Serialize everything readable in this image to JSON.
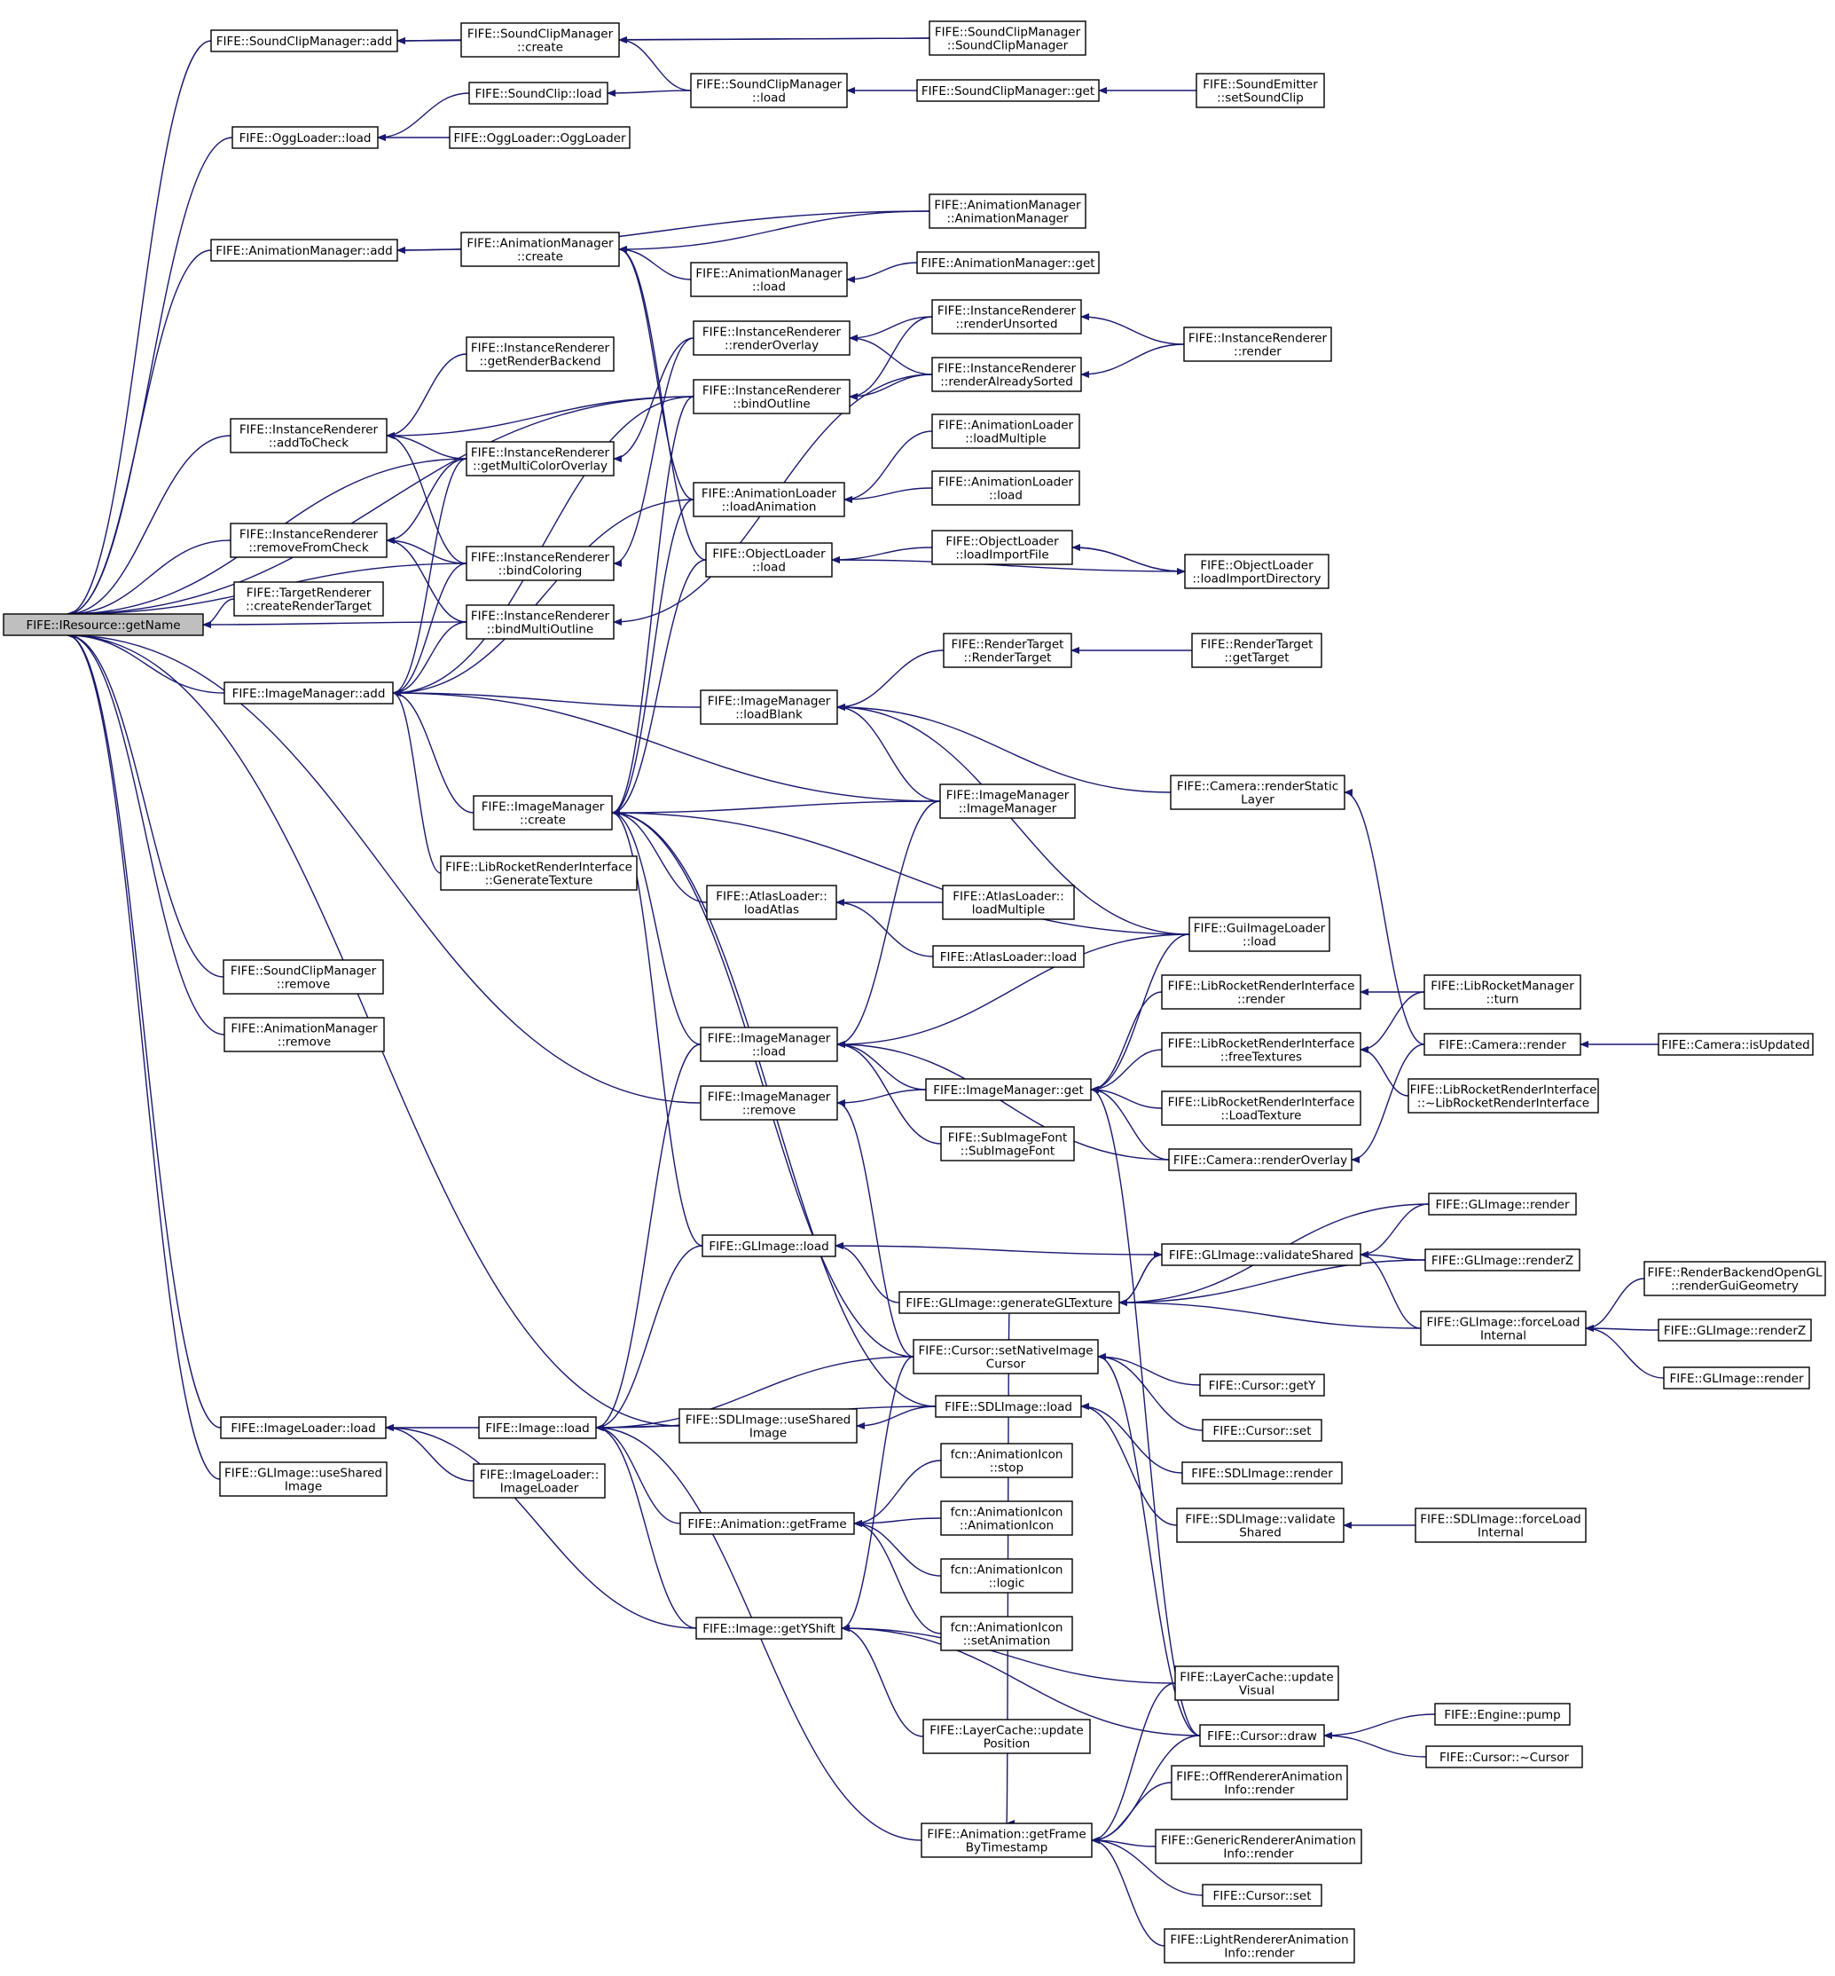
{
  "diagram": {
    "root": "n0",
    "nodes": [
      {
        "id": "n0",
        "lines": [
          "FIFE::IResource::getName"
        ],
        "root": true
      },
      {
        "id": "sc_add",
        "lines": [
          "FIFE::SoundClipManager::add"
        ]
      },
      {
        "id": "sc_create",
        "lines": [
          "FIFE::SoundClipManager",
          "::create"
        ]
      },
      {
        "id": "sc_ctor",
        "lines": [
          "FIFE::SoundClipManager",
          "::SoundClipManager"
        ]
      },
      {
        "id": "sc_load",
        "lines": [
          "FIFE::SoundClipManager",
          "::load"
        ]
      },
      {
        "id": "sclip_load",
        "lines": [
          "FIFE::SoundClip::load"
        ]
      },
      {
        "id": "sc_get",
        "lines": [
          "FIFE::SoundClipManager::get"
        ]
      },
      {
        "id": "se_set",
        "lines": [
          "FIFE::SoundEmitter",
          "::setSoundClip"
        ]
      },
      {
        "id": "ogg_load",
        "lines": [
          "FIFE::OggLoader::load"
        ]
      },
      {
        "id": "ogg_ctor",
        "lines": [
          "FIFE::OggLoader::OggLoader"
        ]
      },
      {
        "id": "am_add",
        "lines": [
          "FIFE::AnimationManager::add"
        ]
      },
      {
        "id": "am_create",
        "lines": [
          "FIFE::AnimationManager",
          "::create"
        ]
      },
      {
        "id": "am_ctor",
        "lines": [
          "FIFE::AnimationManager",
          "::AnimationManager"
        ]
      },
      {
        "id": "am_load",
        "lines": [
          "FIFE::AnimationManager",
          "::load"
        ]
      },
      {
        "id": "am_get",
        "lines": [
          "FIFE::AnimationManager::get"
        ]
      },
      {
        "id": "ir_grb",
        "lines": [
          "FIFE::InstanceRenderer",
          "::getRenderBackend"
        ]
      },
      {
        "id": "ir_ro",
        "lines": [
          "FIFE::InstanceRenderer",
          "::renderOverlay"
        ]
      },
      {
        "id": "ir_ru",
        "lines": [
          "FIFE::InstanceRenderer",
          "::renderUnsorted"
        ]
      },
      {
        "id": "ir_render",
        "lines": [
          "FIFE::InstanceRenderer",
          "::render"
        ]
      },
      {
        "id": "ir_bo",
        "lines": [
          "FIFE::InstanceRenderer",
          "::bindOutline"
        ]
      },
      {
        "id": "ir_ras",
        "lines": [
          "FIFE::InstanceRenderer",
          "::renderAlreadySorted"
        ]
      },
      {
        "id": "ir_atc",
        "lines": [
          "FIFE::InstanceRenderer",
          "::addToCheck"
        ]
      },
      {
        "id": "ir_gmco",
        "lines": [
          "FIFE::InstanceRenderer",
          "::getMultiColorOverlay"
        ]
      },
      {
        "id": "al_lm",
        "lines": [
          "FIFE::AnimationLoader",
          "::loadMultiple"
        ]
      },
      {
        "id": "al_la",
        "lines": [
          "FIFE::AnimationLoader",
          "::loadAnimation"
        ]
      },
      {
        "id": "al_load",
        "lines": [
          "FIFE::AnimationLoader",
          "::load"
        ]
      },
      {
        "id": "ir_rfc",
        "lines": [
          "FIFE::InstanceRenderer",
          "::removeFromCheck"
        ]
      },
      {
        "id": "ir_bc",
        "lines": [
          "FIFE::InstanceRenderer",
          "::bindColoring"
        ]
      },
      {
        "id": "ol_load",
        "lines": [
          "FIFE::ObjectLoader",
          "::load"
        ]
      },
      {
        "id": "ol_lif",
        "lines": [
          "FIFE::ObjectLoader",
          "::loadImportFile"
        ]
      },
      {
        "id": "ol_lid",
        "lines": [
          "FIFE::ObjectLoader",
          "::loadImportDirectory"
        ]
      },
      {
        "id": "tr_crt",
        "lines": [
          "FIFE::TargetRenderer",
          "::createRenderTarget"
        ]
      },
      {
        "id": "ir_bmo",
        "lines": [
          "FIFE::InstanceRenderer",
          "::bindMultiOutline"
        ]
      },
      {
        "id": "rt_ctor",
        "lines": [
          "FIFE::RenderTarget",
          "::RenderTarget"
        ]
      },
      {
        "id": "rt_gt",
        "lines": [
          "FIFE::RenderTarget",
          "::getTarget"
        ]
      },
      {
        "id": "im_add",
        "lines": [
          "FIFE::ImageManager::add"
        ]
      },
      {
        "id": "im_lb",
        "lines": [
          "FIFE::ImageManager",
          "::loadBlank"
        ]
      },
      {
        "id": "cam_rsl",
        "lines": [
          "FIFE::Camera::renderStatic",
          "Layer"
        ]
      },
      {
        "id": "im_create",
        "lines": [
          "FIFE::ImageManager",
          "::create"
        ]
      },
      {
        "id": "im_ctor",
        "lines": [
          "FIFE::ImageManager",
          "::ImageManager"
        ]
      },
      {
        "id": "lr_gt",
        "lines": [
          "FIFE::LibRocketRenderInterface",
          "::GenerateTexture"
        ]
      },
      {
        "id": "atl_la",
        "lines": [
          "FIFE::AtlasLoader::",
          "loadAtlas"
        ]
      },
      {
        "id": "atl_lm",
        "lines": [
          "FIFE::AtlasLoader::",
          "loadMultiple"
        ]
      },
      {
        "id": "gil_load",
        "lines": [
          "FIFE::GuiImageLoader",
          "::load"
        ]
      },
      {
        "id": "atl_load",
        "lines": [
          "FIFE::AtlasLoader::load"
        ]
      },
      {
        "id": "scm_rm",
        "lines": [
          "FIFE::SoundClipManager",
          "::remove"
        ]
      },
      {
        "id": "lr_render",
        "lines": [
          "FIFE::LibRocketRenderInterface",
          "::render"
        ]
      },
      {
        "id": "lrm_turn",
        "lines": [
          "FIFE::LibRocketManager",
          "::turn"
        ]
      },
      {
        "id": "amm_rm",
        "lines": [
          "FIFE::AnimationManager",
          "::remove"
        ]
      },
      {
        "id": "im_load",
        "lines": [
          "FIFE::ImageManager",
          "::load"
        ]
      },
      {
        "id": "lr_ft",
        "lines": [
          "FIFE::LibRocketRenderInterface",
          "::freeTextures"
        ]
      },
      {
        "id": "cam_render",
        "lines": [
          "FIFE::Camera::render"
        ]
      },
      {
        "id": "cam_iu",
        "lines": [
          "FIFE::Camera::isUpdated"
        ]
      },
      {
        "id": "im_get",
        "lines": [
          "FIFE::ImageManager::get"
        ]
      },
      {
        "id": "lr_dtor",
        "lines": [
          "FIFE::LibRocketRenderInterface",
          "::~LibRocketRenderInterface"
        ]
      },
      {
        "id": "im_rm",
        "lines": [
          "FIFE::ImageManager",
          "::remove"
        ]
      },
      {
        "id": "lr_lt",
        "lines": [
          "FIFE::LibRocketRenderInterface",
          "::LoadTexture"
        ]
      },
      {
        "id": "sif_ctor",
        "lines": [
          "FIFE::SubImageFont",
          "::SubImageFont"
        ]
      },
      {
        "id": "cam_ro",
        "lines": [
          "FIFE::Camera::renderOverlay"
        ]
      },
      {
        "id": "gl_render",
        "lines": [
          "FIFE::GLImage::render"
        ]
      },
      {
        "id": "gl_load",
        "lines": [
          "FIFE::GLImage::load"
        ]
      },
      {
        "id": "gl_vs",
        "lines": [
          "FIFE::GLImage::validateShared"
        ]
      },
      {
        "id": "gl_rz",
        "lines": [
          "FIFE::GLImage::renderZ"
        ]
      },
      {
        "id": "rbgl_rgg",
        "lines": [
          "FIFE::RenderBackendOpenGL",
          "::renderGuiGeometry"
        ]
      },
      {
        "id": "gl_ggt",
        "lines": [
          "FIFE::GLImage::generateGLTexture"
        ]
      },
      {
        "id": "gl_fli",
        "lines": [
          "FIFE::GLImage::forceLoad",
          "Internal"
        ]
      },
      {
        "id": "gl_rz2",
        "lines": [
          "FIFE::GLImage::renderZ"
        ]
      },
      {
        "id": "cur_snic",
        "lines": [
          "FIFE::Cursor::setNativeImage",
          "Cursor"
        ]
      },
      {
        "id": "gl_render2",
        "lines": [
          "FIFE::GLImage::render"
        ]
      },
      {
        "id": "cur_gety",
        "lines": [
          "FIFE::Cursor::getY"
        ]
      },
      {
        "id": "il_load",
        "lines": [
          "FIFE::ImageLoader::load"
        ]
      },
      {
        "id": "img_load",
        "lines": [
          "FIFE::Image::load"
        ]
      },
      {
        "id": "sdl_usi",
        "lines": [
          "FIFE::SDLImage::useShared",
          "Image"
        ]
      },
      {
        "id": "sdl_load",
        "lines": [
          "FIFE::SDLImage::load"
        ]
      },
      {
        "id": "cur_set",
        "lines": [
          "FIFE::Cursor::set"
        ]
      },
      {
        "id": "gl_usi",
        "lines": [
          "FIFE::GLImage::useShared",
          "Image"
        ]
      },
      {
        "id": "il_ctor",
        "lines": [
          "FIFE::ImageLoader::",
          "ImageLoader"
        ]
      },
      {
        "id": "ai_stop",
        "lines": [
          "fcn::AnimationIcon",
          "::stop"
        ]
      },
      {
        "id": "sdl_render",
        "lines": [
          "FIFE::SDLImage::render"
        ]
      },
      {
        "id": "ani_gf",
        "lines": [
          "FIFE::Animation::getFrame"
        ]
      },
      {
        "id": "ai_ctor",
        "lines": [
          "fcn::AnimationIcon",
          "::AnimationIcon"
        ]
      },
      {
        "id": "sdl_vs",
        "lines": [
          "FIFE::SDLImage::validate",
          "Shared"
        ]
      },
      {
        "id": "sdl_fli",
        "lines": [
          "FIFE::SDLImage::forceLoad",
          "Internal"
        ]
      },
      {
        "id": "ai_logic",
        "lines": [
          "fcn::AnimationIcon",
          "::logic"
        ]
      },
      {
        "id": "img_gys",
        "lines": [
          "FIFE::Image::getYShift"
        ]
      },
      {
        "id": "ai_sa",
        "lines": [
          "fcn::AnimationIcon",
          "::setAnimation"
        ]
      },
      {
        "id": "lc_uv",
        "lines": [
          "FIFE::LayerCache::update",
          "Visual"
        ]
      },
      {
        "id": "eng_pump",
        "lines": [
          "FIFE::Engine::pump"
        ]
      },
      {
        "id": "lc_up",
        "lines": [
          "FIFE::LayerCache::update",
          "Position"
        ]
      },
      {
        "id": "cur_draw",
        "lines": [
          "FIFE::Cursor::draw"
        ]
      },
      {
        "id": "cur_dtor",
        "lines": [
          "FIFE::Cursor::~Cursor"
        ]
      },
      {
        "id": "orai_render",
        "lines": [
          "FIFE::OffRendererAnimation",
          "Info::render"
        ]
      },
      {
        "id": "ani_gfbt",
        "lines": [
          "FIFE::Animation::getFrame",
          "ByTimestamp"
        ]
      },
      {
        "id": "grai_render",
        "lines": [
          "FIFE::GenericRendererAnimation",
          "Info::render"
        ]
      },
      {
        "id": "cur_set2",
        "lines": [
          "FIFE::Cursor::set"
        ]
      },
      {
        "id": "lrai_render",
        "lines": [
          "FIFE::LightRendererAnimation",
          "Info::render"
        ]
      }
    ],
    "edges": [
      [
        "sc_add",
        "n0"
      ],
      [
        "ogg_load",
        "n0"
      ],
      [
        "am_add",
        "n0"
      ],
      [
        "ir_atc",
        "n0"
      ],
      [
        "ir_rfc",
        "n0"
      ],
      [
        "tr_crt",
        "n0"
      ],
      [
        "im_add",
        "n0"
      ],
      [
        "scm_rm",
        "n0"
      ],
      [
        "amm_rm",
        "n0"
      ],
      [
        "il_load",
        "n0"
      ],
      [
        "gl_usi",
        "n0"
      ],
      [
        "ir_bo",
        "n0"
      ],
      [
        "ir_gmco",
        "n0"
      ],
      [
        "ir_bc",
        "n0"
      ],
      [
        "ir_bmo",
        "n0"
      ],
      [
        "im_rm",
        "n0"
      ],
      [
        "sdl_usi",
        "n0"
      ],
      [
        "sc_create",
        "sc_add"
      ],
      [
        "sc_ctor",
        "sc_add"
      ],
      [
        "sc_load",
        "sc_create"
      ],
      [
        "sc_ctor",
        "sc_create"
      ],
      [
        "sc_get",
        "sc_load"
      ],
      [
        "se_set",
        "sc_get"
      ],
      [
        "sc_load",
        "sclip_load"
      ],
      [
        "sclip_load",
        "ogg_load"
      ],
      [
        "ogg_ctor",
        "ogg_load"
      ],
      [
        "am_create",
        "am_add"
      ],
      [
        "am_ctor",
        "am_add"
      ],
      [
        "am_ctor",
        "am_create"
      ],
      [
        "am_load",
        "am_create"
      ],
      [
        "am_get",
        "am_load"
      ],
      [
        "al_la",
        "am_create"
      ],
      [
        "ol_load",
        "am_create"
      ],
      [
        "ir_grb",
        "ir_atc"
      ],
      [
        "ir_bo",
        "ir_atc"
      ],
      [
        "ir_gmco",
        "ir_atc"
      ],
      [
        "ir_bc",
        "ir_atc"
      ],
      [
        "ir_gmco",
        "ir_rfc"
      ],
      [
        "ir_bc",
        "ir_rfc"
      ],
      [
        "ir_bmo",
        "ir_rfc"
      ],
      [
        "ir_ru",
        "ir_bo"
      ],
      [
        "ir_ras",
        "ir_bo"
      ],
      [
        "ir_ru",
        "ir_ro"
      ],
      [
        "ir_ras",
        "ir_ro"
      ],
      [
        "ir_render",
        "ir_ru"
      ],
      [
        "ir_render",
        "ir_ras"
      ],
      [
        "ir_ro",
        "ir_gmco"
      ],
      [
        "ir_ro",
        "ir_bc"
      ],
      [
        "ir_ras",
        "ir_bmo"
      ],
      [
        "al_lm",
        "al_la"
      ],
      [
        "al_load",
        "al_la"
      ],
      [
        "ol_lif",
        "ol_load"
      ],
      [
        "ol_lid",
        "ol_load"
      ],
      [
        "ol_lid",
        "ol_lif"
      ],
      [
        "ol_lif",
        "ol_lid"
      ],
      [
        "im_create",
        "im_add"
      ],
      [
        "lr_gt",
        "im_add"
      ],
      [
        "im_lb",
        "im_add"
      ],
      [
        "im_ctor",
        "im_add"
      ],
      [
        "ir_bo",
        "im_add"
      ],
      [
        "ir_gmco",
        "im_add"
      ],
      [
        "ir_bc",
        "im_add"
      ],
      [
        "ir_bmo",
        "im_add"
      ],
      [
        "al_la",
        "im_add"
      ],
      [
        "rt_ctor",
        "im_lb"
      ],
      [
        "rt_gt",
        "rt_ctor"
      ],
      [
        "im_ctor",
        "im_lb"
      ],
      [
        "cam_rsl",
        "im_lb"
      ],
      [
        "gil_load",
        "im_lb"
      ],
      [
        "im_ctor",
        "im_create"
      ],
      [
        "gil_load",
        "im_create"
      ],
      [
        "atl_la",
        "im_create"
      ],
      [
        "im_load",
        "im_create"
      ],
      [
        "gl_load",
        "im_create"
      ],
      [
        "cur_snic",
        "im_create"
      ],
      [
        "sdl_load",
        "im_create"
      ],
      [
        "ir_bo",
        "im_create"
      ],
      [
        "al_la",
        "im_create"
      ],
      [
        "ol_load",
        "im_create"
      ],
      [
        "atl_lm",
        "atl_la"
      ],
      [
        "atl_load",
        "atl_la"
      ],
      [
        "im_ctor",
        "im_load"
      ],
      [
        "gil_load",
        "im_load"
      ],
      [
        "im_get",
        "im_load"
      ],
      [
        "sif_ctor",
        "im_load"
      ],
      [
        "cam_ro",
        "im_load"
      ],
      [
        "im_get",
        "im_rm"
      ],
      [
        "gil_load",
        "im_get"
      ],
      [
        "lr_render",
        "im_get"
      ],
      [
        "lr_ft",
        "im_get"
      ],
      [
        "lr_lt",
        "im_get"
      ],
      [
        "cam_ro",
        "im_get"
      ],
      [
        "cur_draw",
        "im_get"
      ],
      [
        "lrm_turn",
        "lr_render"
      ],
      [
        "lrm_turn",
        "lr_ft"
      ],
      [
        "lr_dtor",
        "lr_ft"
      ],
      [
        "cam_iu",
        "cam_render"
      ],
      [
        "cam_render",
        "cam_ro"
      ],
      [
        "cam_render",
        "cam_rsl"
      ],
      [
        "cur_snic",
        "im_rm"
      ],
      [
        "gl_vs",
        "gl_load"
      ],
      [
        "gl_ggt",
        "gl_load"
      ],
      [
        "gl_render",
        "gl_vs"
      ],
      [
        "gl_rz",
        "gl_vs"
      ],
      [
        "gl_fli",
        "gl_vs"
      ],
      [
        "gl_ggt",
        "gl_vs"
      ],
      [
        "gl_render",
        "gl_ggt"
      ],
      [
        "gl_rz",
        "gl_ggt"
      ],
      [
        "gl_fli",
        "gl_ggt"
      ],
      [
        "gl_vs",
        "gl_ggt"
      ],
      [
        "rbgl_rgg",
        "gl_fli"
      ],
      [
        "gl_rz2",
        "gl_fli"
      ],
      [
        "gl_render2",
        "gl_fli"
      ],
      [
        "cur_gety",
        "cur_snic"
      ],
      [
        "cur_set",
        "cur_snic"
      ],
      [
        "cur_draw",
        "cur_snic"
      ],
      [
        "img_load",
        "il_load"
      ],
      [
        "il_ctor",
        "il_load"
      ],
      [
        "img_gys",
        "il_load"
      ],
      [
        "sdl_usi",
        "img_load"
      ],
      [
        "sdl_load",
        "img_load"
      ],
      [
        "cur_snic",
        "img_load"
      ],
      [
        "ani_gf",
        "img_load"
      ],
      [
        "img_gys",
        "img_load"
      ],
      [
        "ani_gfbt",
        "img_load"
      ],
      [
        "im_load",
        "img_load"
      ],
      [
        "gl_load",
        "img_load"
      ],
      [
        "sdl_load",
        "sdl_usi"
      ],
      [
        "sdl_render",
        "sdl_load"
      ],
      [
        "sdl_vs",
        "sdl_load"
      ],
      [
        "sdl_fli",
        "sdl_vs"
      ],
      [
        "ai_stop",
        "ani_gf"
      ],
      [
        "ai_ctor",
        "ani_gf"
      ],
      [
        "ai_logic",
        "ani_gf"
      ],
      [
        "ai_sa",
        "ani_gf"
      ],
      [
        "lc_uv",
        "img_gys"
      ],
      [
        "lc_up",
        "img_gys"
      ],
      [
        "cur_draw",
        "img_gys"
      ],
      [
        "cur_snic",
        "img_gys"
      ],
      [
        "eng_pump",
        "cur_draw"
      ],
      [
        "cur_dtor",
        "cur_draw"
      ],
      [
        "orai_render",
        "ani_gfbt"
      ],
      [
        "grai_render",
        "ani_gfbt"
      ],
      [
        "cur_set2",
        "ani_gfbt"
      ],
      [
        "lrai_render",
        "ani_gfbt"
      ],
      [
        "lc_uv",
        "ani_gfbt"
      ],
      [
        "cur_draw",
        "ani_gfbt"
      ],
      [
        "gl_ggt",
        "ani_gfbt"
      ]
    ]
  }
}
